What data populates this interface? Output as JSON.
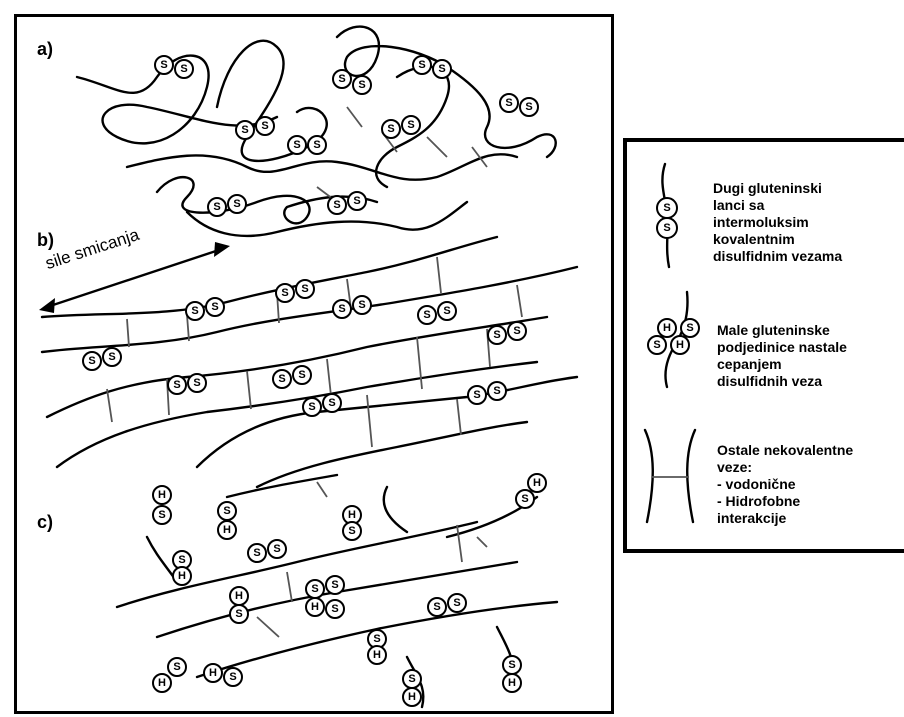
{
  "panels": {
    "a": {
      "label": "a)"
    },
    "b": {
      "label": "b)",
      "shear_label": "sile smicanja"
    },
    "c": {
      "label": "c)"
    }
  },
  "atoms": {
    "sulfur": "S",
    "hydrogen": "H"
  },
  "legend": {
    "long_chains": "Dugi gluteninski\nlanci sa\nintermoluksim\nkovalentnim\ndisulfidnim vezama",
    "small_subunits": "Male gluteninske\npodjedinice nastale\ncepanjem\ndisulfidnih veza",
    "other_bonds": "Ostale nekovalentne\n veze:\n- vodonične\n- Hidrofobne\n  interakcije"
  }
}
